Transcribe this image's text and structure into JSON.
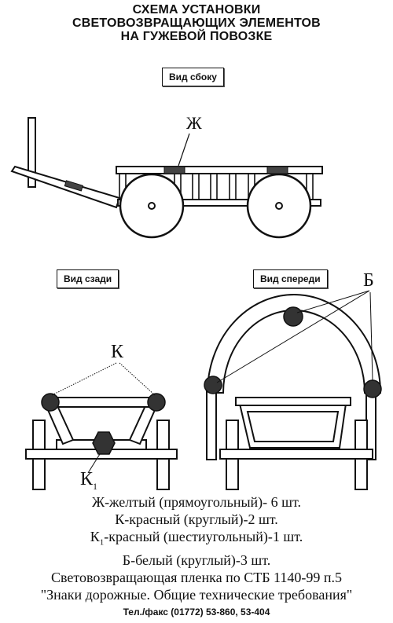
{
  "title": {
    "line1": "СХЕМА УСТАНОВКИ",
    "line2": "СВЕТОВОЗВРАЩАЮЩИХ ЭЛЕМЕНТОВ",
    "line3": "НА ГУЖЕВОЙ ПОВОЗКЕ"
  },
  "views": {
    "side": "Вид сбоку",
    "rear": "Вид сзади",
    "front": "Вид спереди"
  },
  "marks": {
    "zh": "Ж",
    "k": "К",
    "k1": "К",
    "k1_sub": "1",
    "b": "Б"
  },
  "legend": [
    "Ж-желтый (прямоугольный)- 6 шт.",
    "К-красный (круглый)-2 шт.",
    "Б-белый (круглый)-3 шт.",
    "Световозвращающая пленка по СТБ 1140-99 п.5",
    "\"Знаки дорожные. Общие технические требования\""
  ],
  "legend_k1": {
    "letter": "К",
    "sub": "1",
    "rest": "-красный (шестиугольный)-1 шт."
  },
  "footer": "Тел./факс (01772) 53-860, 53-404"
}
